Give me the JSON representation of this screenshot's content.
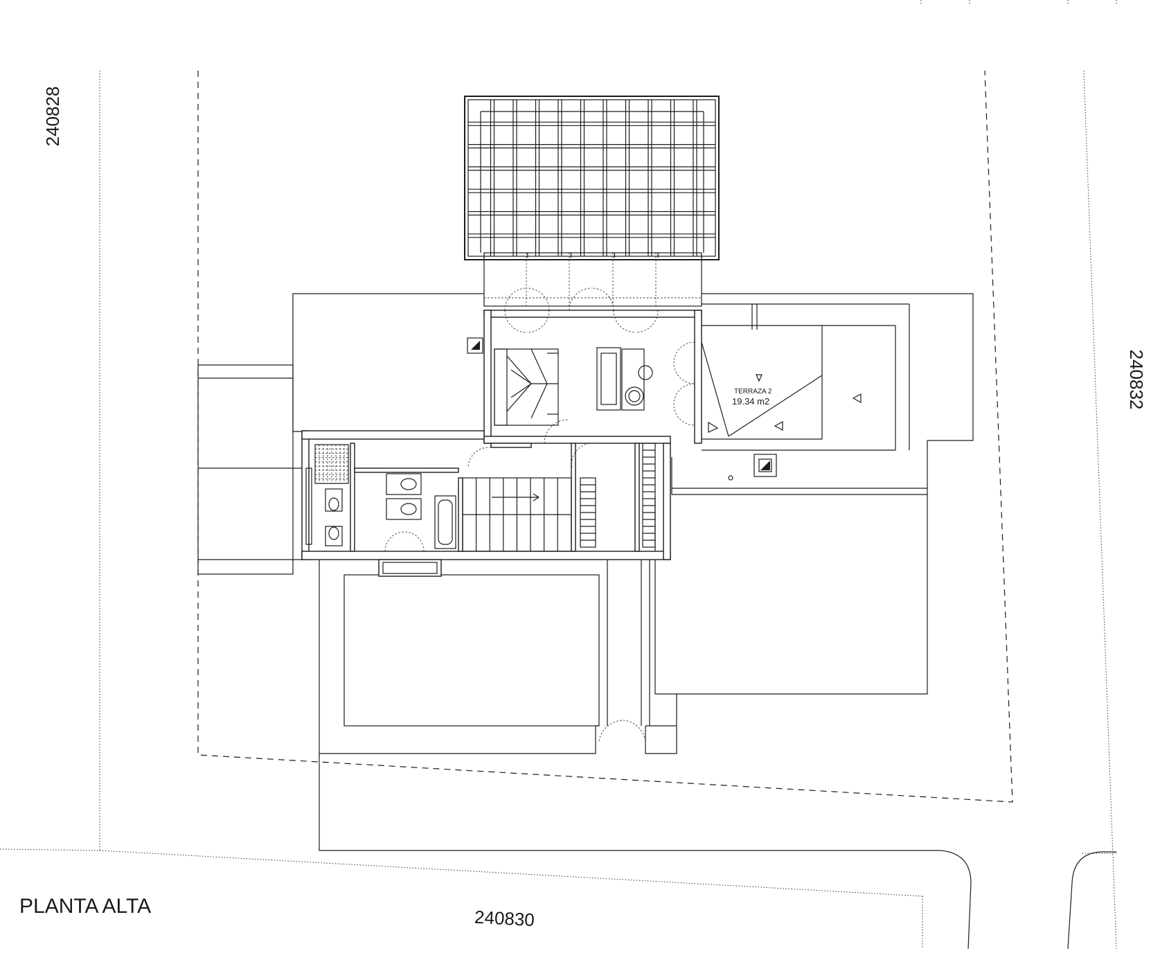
{
  "plan": {
    "title": "PLANTA ALTA",
    "parcels": {
      "left": "240828",
      "right": "240832",
      "bottom": "240830"
    },
    "terrace": {
      "name": "TERRAZA 2",
      "area": "19.34 m2"
    }
  }
}
